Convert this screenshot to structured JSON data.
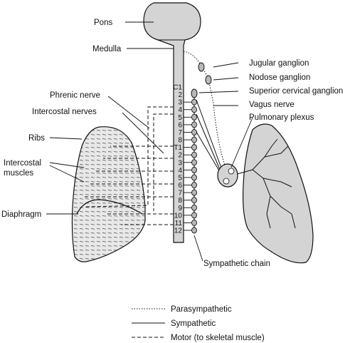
{
  "labels": {
    "pons": "Pons",
    "medulla": "Medulla",
    "phrenic_nerve": "Phrenic nerve",
    "intercostal_nerves": "Intercostal nerves",
    "ribs": "Ribs",
    "intercostal_muscles_1": "Intercostal",
    "intercostal_muscles_2": "muscles",
    "diaphragm": "Diaphragm",
    "jugular_ganglion": "Jugular ganglion",
    "nodose_ganglion": "Nodose ganglion",
    "superior_cervical_ganglion": "Superior cervical ganglion",
    "vagus_nerve": "Vagus nerve",
    "pulmonary_plexus": "Pulmonary plexus",
    "sympathetic_chain": "Sympathetic chain"
  },
  "segments": {
    "cervical": [
      "C1",
      "2",
      "3",
      "4",
      "5",
      "6",
      "7",
      "8"
    ],
    "thoracic": [
      "T1",
      "2",
      "3",
      "4",
      "5",
      "6",
      "7",
      "8",
      "9",
      "10",
      "11",
      "12"
    ]
  },
  "legend": [
    {
      "style": "dotted",
      "label": "Parasympathetic"
    },
    {
      "style": "solid",
      "label": "Sympathetic"
    },
    {
      "style": "dashed",
      "label": "Motor (to skeletal muscle)"
    }
  ],
  "colors": {
    "tissue_fill": "#d4d4d4",
    "ganglion_fill": "#b8b8b8",
    "stroke": "#111111"
  }
}
